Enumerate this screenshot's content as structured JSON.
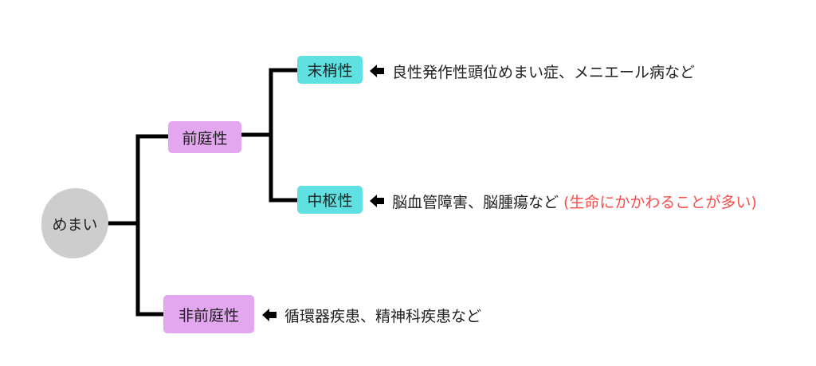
{
  "root": {
    "label": "めまい"
  },
  "vestibular": {
    "label": "前庭性",
    "peripheral": {
      "label": "末梢性",
      "examples": "良性発作性頭位めまい症、メニエール病など"
    },
    "central": {
      "label": "中枢性",
      "examples": "脳血管障害、脳腫瘍など",
      "note": "(生命にかかわることが多い)"
    }
  },
  "non_vestibular": {
    "label": "非前庭性",
    "examples": "循環器疾患、精神科疾患など"
  },
  "colors": {
    "central_peripheral_box": "#5fe1e1",
    "category_box": "#e2a7ee",
    "root": "#cdcdcd",
    "note": "#ff4b4b",
    "lines": "#000000"
  }
}
